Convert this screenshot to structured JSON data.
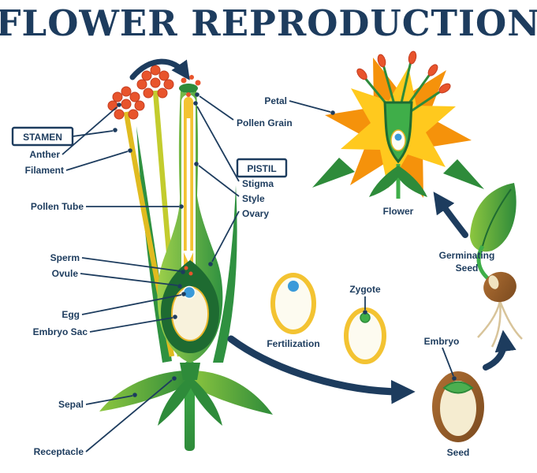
{
  "title": "FLOWER REPRODUCTION",
  "colors": {
    "title": "#17365d",
    "label": "#1d3c5e",
    "arrow": "#1d3c5e",
    "green_light": "#8dc63f",
    "green": "#3fae49",
    "green_dark": "#1e6b31",
    "gold": "#f3c332",
    "orange": "#f5920b",
    "yellow": "#ffc91e",
    "anther_orange": "#e8542c",
    "egg_blue": "#3a9ad9",
    "seed_brown": "#8a5527",
    "cream": "#f5ecd0"
  },
  "labels": {
    "stamen": "STAMEN",
    "anther": "Anther",
    "filament": "Filament",
    "pollen_tube": "Pollen Tube",
    "sperm": "Sperm",
    "ovule": "Ovule",
    "egg": "Egg",
    "embryo_sac": "Embryo Sac",
    "sepal": "Sepal",
    "receptacle": "Receptacle",
    "pollen_grain": "Pollen Grain",
    "pistil": "PISTIL",
    "stigma": "Stigma",
    "style": "Style",
    "ovary": "Ovary",
    "petal": "Petal",
    "flower": "Flower",
    "fertilization": "Fertilization",
    "zygote": "Zygote",
    "germinating_seed_line1": "Germinating",
    "germinating_seed_line2": "Seed",
    "embryo": "Embryo",
    "seed": "Seed"
  }
}
